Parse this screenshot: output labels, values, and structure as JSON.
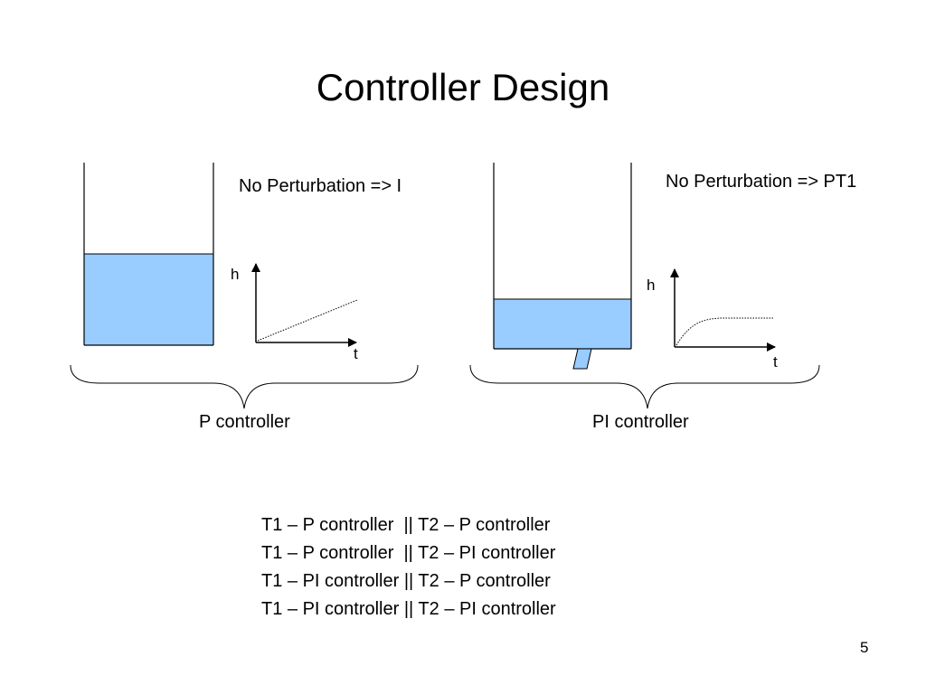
{
  "slide": {
    "title": "Controller Design",
    "page_number": "5"
  },
  "colors": {
    "water": "#99ccff",
    "outline": "#000000",
    "background": "#ffffff"
  },
  "left_panel": {
    "caption": "No Perturbation => I",
    "axis_y": "h",
    "axis_x": "t",
    "controller_label": "P controller"
  },
  "right_panel": {
    "caption": "No Perturbation => PT1",
    "axis_y": "h",
    "axis_x": "t",
    "controller_label": "PI controller"
  },
  "scenarios": [
    "T1 – P controller  || T2 – P controller",
    "T1 – P controller  || T2 – PI controller",
    "T1 – PI controller || T2 – P controller",
    "T1 – PI controller || T2 – PI controller"
  ]
}
